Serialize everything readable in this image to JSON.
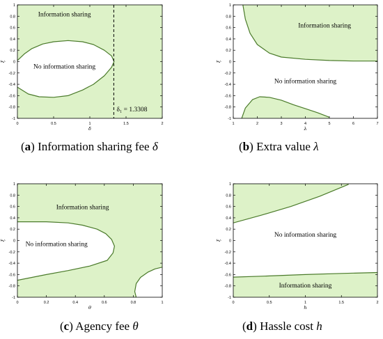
{
  "colors": {
    "region_fill": "#ddf2c8",
    "boundary": "#4a7a2a",
    "axis": "#000000",
    "plot_bg": "#ffffff"
  },
  "captions": [
    {
      "letter": "a",
      "text": "Information sharing fee",
      "symbol": "δ"
    },
    {
      "letter": "b",
      "text": "Extra value",
      "symbol": "λ"
    },
    {
      "letter": "c",
      "text": "Agency fee",
      "symbol": "θ"
    },
    {
      "letter": "d",
      "text": "Hassle cost",
      "symbol": "h"
    }
  ],
  "chart_data": [
    {
      "type": "area",
      "xlabel": "δ",
      "ylabel": "ξ",
      "xlim": [
        0,
        2
      ],
      "ylim": [
        -1,
        1
      ],
      "xticks": [
        0,
        0.5,
        1,
        1.5,
        2
      ],
      "yticks": [
        -1,
        -0.8,
        -0.6,
        -0.4,
        -0.2,
        0,
        0.2,
        0.4,
        0.6,
        0.8,
        1
      ],
      "regions": [
        {
          "label": "Information sharing",
          "fill": true,
          "label_at": [
            0.65,
            0.8
          ]
        },
        {
          "label": "No information sharing",
          "fill": false,
          "label_at": [
            0.65,
            -0.12
          ]
        }
      ],
      "boundaries": [
        {
          "points": [
            [
              0,
              0.02
            ],
            [
              0.1,
              0.14
            ],
            [
              0.2,
              0.23
            ],
            [
              0.35,
              0.31
            ],
            [
              0.5,
              0.35
            ],
            [
              0.7,
              0.37
            ],
            [
              0.9,
              0.35
            ],
            [
              1.05,
              0.3
            ],
            [
              1.2,
              0.2
            ],
            [
              1.3,
              0.1
            ],
            [
              1.335,
              0
            ],
            [
              1.3,
              -0.1
            ],
            [
              1.2,
              -0.25
            ],
            [
              1.05,
              -0.4
            ],
            [
              0.9,
              -0.5
            ],
            [
              0.7,
              -0.6
            ],
            [
              0.5,
              -0.63
            ],
            [
              0.3,
              -0.62
            ],
            [
              0.15,
              -0.57
            ],
            [
              0,
              -0.45
            ]
          ],
          "fill_region": [
            [
              0,
              0.02
            ],
            [
              0.1,
              0.14
            ],
            [
              0.2,
              0.23
            ],
            [
              0.35,
              0.31
            ],
            [
              0.5,
              0.35
            ],
            [
              0.7,
              0.37
            ],
            [
              0.9,
              0.35
            ],
            [
              1.05,
              0.3
            ],
            [
              1.2,
              0.2
            ],
            [
              1.3,
              0.1
            ],
            [
              1.335,
              0
            ],
            [
              1.3,
              -0.1
            ],
            [
              1.2,
              -0.25
            ],
            [
              1.05,
              -0.4
            ],
            [
              0.9,
              -0.5
            ],
            [
              0.7,
              -0.6
            ],
            [
              0.5,
              -0.63
            ],
            [
              0.3,
              -0.62
            ],
            [
              0.15,
              -0.57
            ],
            [
              0,
              -0.45
            ]
          ],
          "fill_white": true
        }
      ],
      "vline": {
        "x": 1.3308,
        "dashed": true
      },
      "annotation": {
        "text": "δ₁ = 1.3308",
        "at": [
          1.37,
          -0.88
        ]
      }
    },
    {
      "type": "area",
      "xlabel": "λ",
      "ylabel": "ξ",
      "xlim": [
        1,
        7
      ],
      "ylim": [
        -1,
        1
      ],
      "xticks": [
        1,
        2,
        3,
        4,
        5,
        6,
        7
      ],
      "yticks": [
        -1,
        -0.8,
        -0.6,
        -0.4,
        -0.2,
        0,
        0.2,
        0.4,
        0.6,
        0.8,
        1
      ],
      "regions": [
        {
          "label": "Information sharing",
          "fill": true,
          "label_at": [
            4.8,
            0.6
          ]
        },
        {
          "label": "No information sharing",
          "fill": false,
          "label_at": [
            4.0,
            -0.38
          ]
        }
      ],
      "boundaries": [
        {
          "points": [
            [
              1.4,
              1
            ],
            [
              1.5,
              0.75
            ],
            [
              1.7,
              0.5
            ],
            [
              2,
              0.3
            ],
            [
              2.5,
              0.15
            ],
            [
              3,
              0.08
            ],
            [
              4,
              0.04
            ],
            [
              5,
              0.02
            ],
            [
              6,
              0.01
            ],
            [
              7,
              0.01
            ]
          ],
          "fill_region": [
            [
              1.4,
              1
            ],
            [
              1.5,
              0.75
            ],
            [
              1.7,
              0.5
            ],
            [
              2,
              0.3
            ],
            [
              2.5,
              0.15
            ],
            [
              3,
              0.08
            ],
            [
              4,
              0.04
            ],
            [
              5,
              0.02
            ],
            [
              6,
              0.01
            ],
            [
              7,
              0.01
            ],
            [
              7,
              1
            ]
          ]
        },
        {
          "points": [
            [
              1.35,
              -1
            ],
            [
              1.5,
              -0.82
            ],
            [
              1.8,
              -0.67
            ],
            [
              2.1,
              -0.62
            ],
            [
              2.5,
              -0.63
            ],
            [
              3,
              -0.68
            ],
            [
              3.5,
              -0.76
            ],
            [
              4,
              -0.83
            ],
            [
              4.5,
              -0.9
            ],
            [
              5,
              -0.98
            ]
          ],
          "fill_region": [
            [
              1.35,
              -1
            ],
            [
              1.5,
              -0.82
            ],
            [
              1.8,
              -0.67
            ],
            [
              2.1,
              -0.62
            ],
            [
              2.5,
              -0.63
            ],
            [
              3,
              -0.68
            ],
            [
              3.5,
              -0.76
            ],
            [
              4,
              -0.83
            ],
            [
              4.5,
              -0.9
            ],
            [
              5,
              -0.98
            ],
            [
              5,
              -1
            ]
          ]
        }
      ]
    },
    {
      "type": "area",
      "xlabel": "θ",
      "ylabel": "ξ",
      "xlim": [
        0,
        1
      ],
      "ylim": [
        -1,
        1
      ],
      "xticks": [
        0,
        0.2,
        0.4,
        0.6,
        0.8,
        1
      ],
      "yticks": [
        -1,
        -0.8,
        -0.6,
        -0.4,
        -0.2,
        0,
        0.2,
        0.4,
        0.6,
        0.8,
        1
      ],
      "regions": [
        {
          "label": "Information sharing",
          "fill": true,
          "label_at": [
            0.45,
            0.55
          ]
        },
        {
          "label": "No information sharing",
          "fill": false,
          "label_at": [
            0.27,
            -0.1
          ]
        }
      ],
      "boundaries": [
        {
          "points": [
            [
              0,
              0.33
            ],
            [
              0.2,
              0.33
            ],
            [
              0.35,
              0.31
            ],
            [
              0.45,
              0.27
            ],
            [
              0.55,
              0.2
            ],
            [
              0.61,
              0.12
            ],
            [
              0.65,
              0.02
            ],
            [
              0.67,
              -0.1
            ],
            [
              0.66,
              -0.22
            ],
            [
              0.62,
              -0.35
            ],
            [
              0.5,
              -0.45
            ],
            [
              0.35,
              -0.53
            ],
            [
              0.2,
              -0.6
            ],
            [
              0,
              -0.7
            ]
          ],
          "fill_region": [
            [
              0,
              0.33
            ],
            [
              0.2,
              0.33
            ],
            [
              0.35,
              0.31
            ],
            [
              0.45,
              0.27
            ],
            [
              0.55,
              0.2
            ],
            [
              0.61,
              0.12
            ],
            [
              0.65,
              0.02
            ],
            [
              0.67,
              -0.1
            ],
            [
              0.66,
              -0.22
            ],
            [
              0.62,
              -0.35
            ],
            [
              0.5,
              -0.45
            ],
            [
              0.35,
              -0.53
            ],
            [
              0.2,
              -0.6
            ],
            [
              0,
              -0.7
            ]
          ],
          "fill_white": true
        },
        {
          "points": [
            [
              0.82,
              -1
            ],
            [
              0.81,
              -0.9
            ],
            [
              0.82,
              -0.76
            ],
            [
              0.85,
              -0.65
            ],
            [
              0.9,
              -0.56
            ],
            [
              0.95,
              -0.5
            ],
            [
              1,
              -0.47
            ]
          ],
          "fill_region": [
            [
              0.82,
              -1
            ],
            [
              0.81,
              -0.9
            ],
            [
              0.82,
              -0.76
            ],
            [
              0.85,
              -0.65
            ],
            [
              0.9,
              -0.56
            ],
            [
              0.95,
              -0.5
            ],
            [
              1,
              -0.47
            ],
            [
              1,
              -1
            ]
          ],
          "fill_white": true
        }
      ]
    },
    {
      "type": "area",
      "xlabel": "h",
      "ylabel": "ξ",
      "xlim": [
        0,
        2
      ],
      "ylim": [
        -1,
        1
      ],
      "xticks": [
        0,
        0.5,
        1,
        1.5,
        2
      ],
      "yticks": [
        -1,
        -0.8,
        -0.6,
        -0.4,
        -0.2,
        0,
        0.2,
        0.4,
        0.6,
        0.8,
        1
      ],
      "regions": [
        {
          "label": "Information sharing",
          "fill": true,
          "label_at": [
            1.0,
            -0.83
          ]
        },
        {
          "label": "No information sharing",
          "fill": false,
          "label_at": [
            1.0,
            0.07
          ]
        }
      ],
      "boundaries": [
        {
          "points": [
            [
              0,
              0.31
            ],
            [
              0.4,
              0.45
            ],
            [
              0.8,
              0.6
            ],
            [
              1.2,
              0.78
            ],
            [
              1.6,
              0.99
            ]
          ],
          "fill_region": [
            [
              0,
              0.31
            ],
            [
              0.4,
              0.45
            ],
            [
              0.8,
              0.6
            ],
            [
              1.2,
              0.78
            ],
            [
              1.6,
              0.99
            ],
            [
              1.6,
              1
            ],
            [
              0,
              1
            ]
          ]
        },
        {
          "points": [
            [
              0,
              -0.645
            ],
            [
              0.5,
              -0.625
            ],
            [
              1,
              -0.6
            ],
            [
              1.5,
              -0.58
            ],
            [
              2,
              -0.565
            ]
          ],
          "fill_region": [
            [
              0,
              -0.645
            ],
            [
              0.5,
              -0.625
            ],
            [
              1,
              -0.6
            ],
            [
              1.5,
              -0.58
            ],
            [
              2,
              -0.565
            ],
            [
              2,
              -1
            ],
            [
              0,
              -1
            ]
          ]
        }
      ]
    }
  ]
}
